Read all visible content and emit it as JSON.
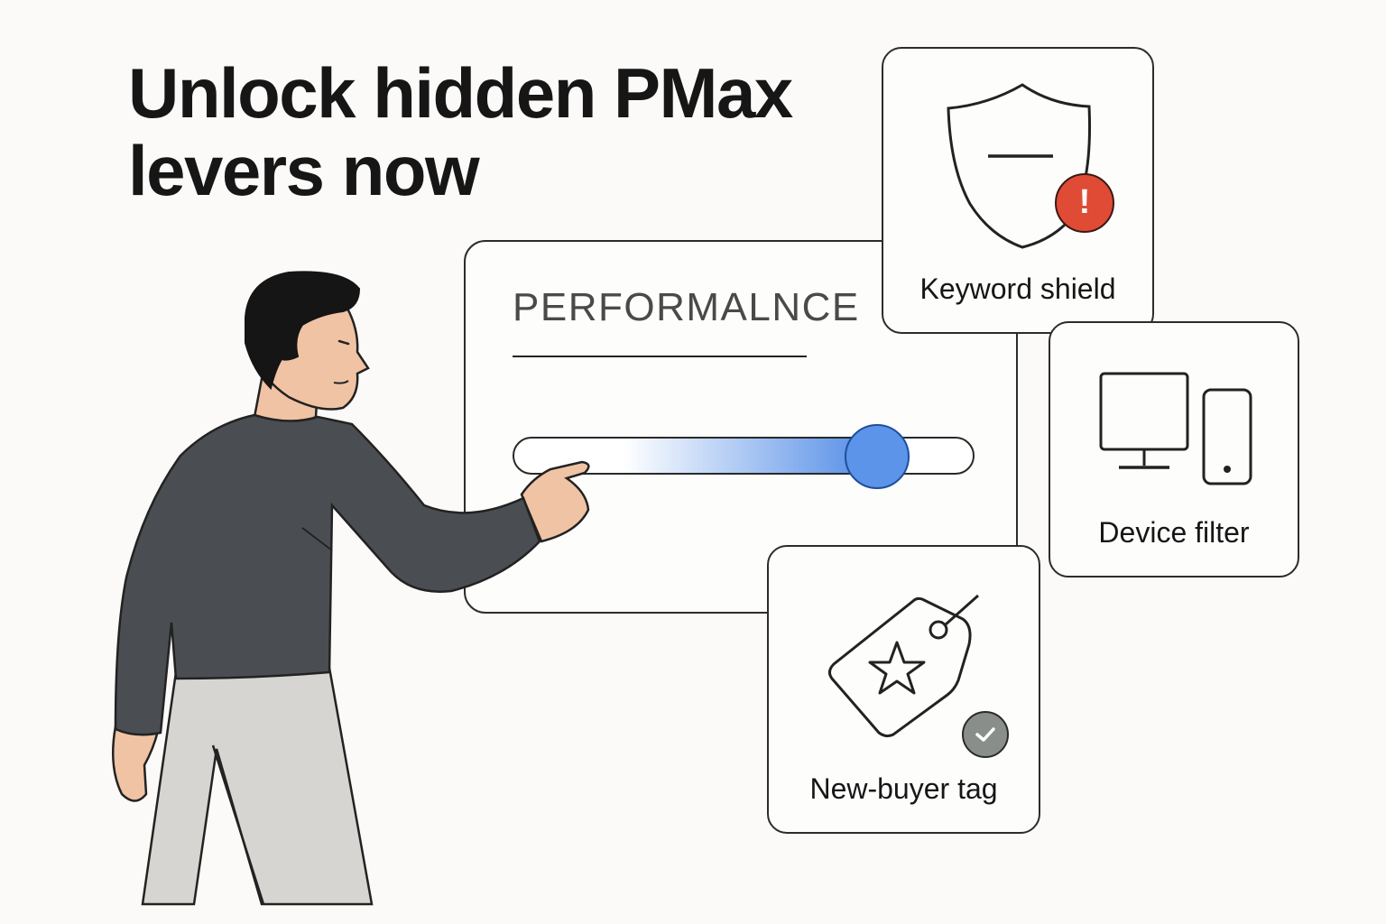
{
  "headline": {
    "line1": "Unlock hidden PMax",
    "line2": "levers now"
  },
  "performance_panel": {
    "title": "PERFORMALNCE",
    "slider_level_fraction": 0.79,
    "slider_color": "#4f8ae6"
  },
  "cards": {
    "keyword_shield": {
      "label": "Keyword shield",
      "icon": "shield-icon",
      "badge": "!",
      "badge_color": "#e04b36"
    },
    "device_filter": {
      "label": "Device filter",
      "icon": "devices-icon"
    },
    "new_buyer_tag": {
      "label": "New-buyer tag",
      "icon": "tag-icon",
      "badge_icon": "check-icon",
      "badge_color": "#8a8e8b"
    }
  },
  "colors": {
    "shirt": "#4a4e52",
    "pants": "#d6d5d2",
    "skin": "#f0c3a4",
    "hair": "#151515"
  }
}
